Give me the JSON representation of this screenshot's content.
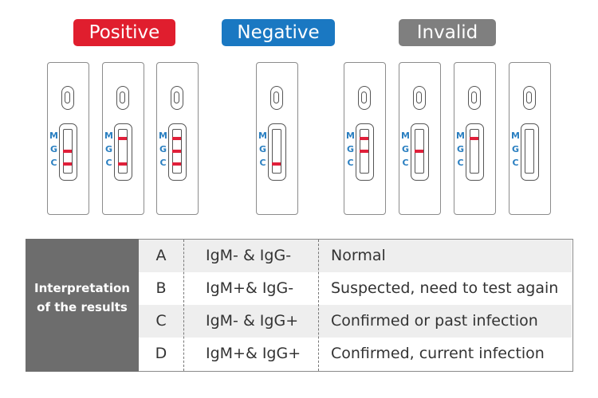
{
  "badges": {
    "positive": {
      "label": "Positive",
      "color": "#e01e2e"
    },
    "negative": {
      "label": "Negative",
      "color": "#1a78c2"
    },
    "invalid": {
      "label": "Invalid",
      "color": "#7f7f7f"
    }
  },
  "strip_markers": {
    "m": "M",
    "g": "G",
    "c": "C"
  },
  "colors": {
    "line": "#e0203a",
    "marker_text": "#2a7fc1",
    "label_panel": "#6d6d6d"
  },
  "cassettes": [
    {
      "group": "positive",
      "lines": [
        "G",
        "C"
      ]
    },
    {
      "group": "positive",
      "lines": [
        "M",
        "C"
      ]
    },
    {
      "group": "positive",
      "lines": [
        "M",
        "G",
        "C"
      ]
    },
    {
      "group": "negative",
      "lines": [
        "C"
      ]
    },
    {
      "group": "invalid",
      "lines": [
        "M",
        "G"
      ]
    },
    {
      "group": "invalid",
      "lines": [
        "G"
      ]
    },
    {
      "group": "invalid",
      "lines": [
        "M"
      ]
    },
    {
      "group": "invalid",
      "lines": []
    }
  ],
  "interpretation": {
    "label_line1": "Interpretation",
    "label_line2": "of the results",
    "rows": [
      {
        "letter": "A",
        "code": "IgM- & IgG-",
        "result": "Normal"
      },
      {
        "letter": "B",
        "code": "IgM+& IgG-",
        "result": "Suspected, need to test again"
      },
      {
        "letter": "C",
        "code": "IgM- & IgG+",
        "result": "Confirmed or past infection"
      },
      {
        "letter": "D",
        "code": "IgM+& IgG+",
        "result": "Confirmed, current infection"
      }
    ]
  }
}
